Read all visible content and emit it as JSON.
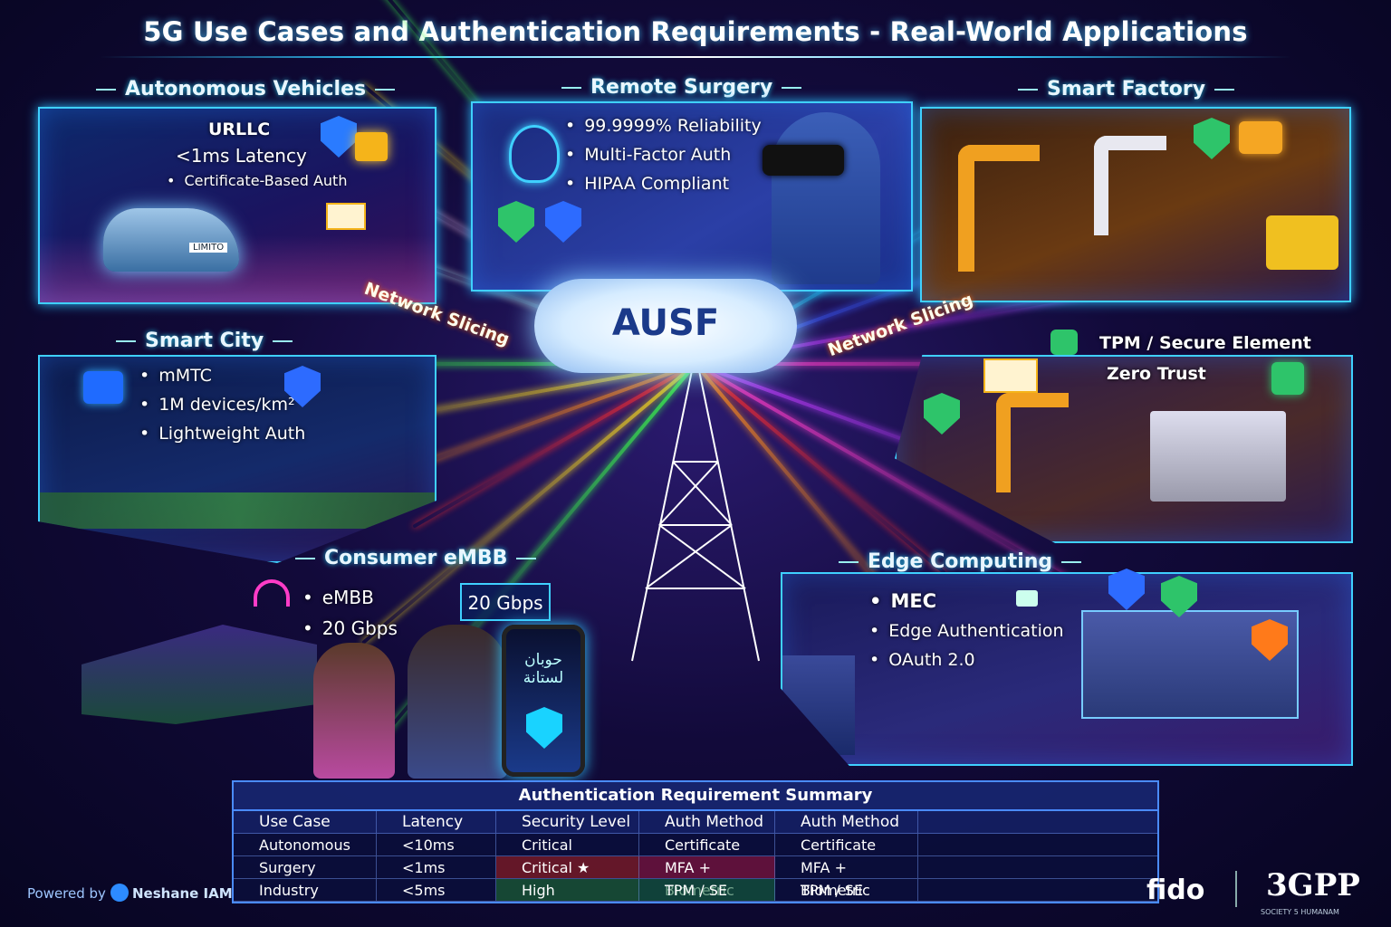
{
  "title": "5G Use Cases and Authentication Requirements - Real-World Applications",
  "center": {
    "label": "AUSF",
    "slice_left": "Network Slicing",
    "slice_right": "Network Slicing"
  },
  "panels": {
    "autonomous": {
      "heading": "Autonomous Vehicles",
      "urllc": "URLLC",
      "latency": "<1ms Latency",
      "auth": "Certificate-Based Auth",
      "plate": "LIMITO"
    },
    "surgery": {
      "heading": "Remote Surgery",
      "items": [
        "99.9999% Reliability",
        "Multi-Factor Auth",
        "HIPAA Compliant"
      ]
    },
    "factory": {
      "heading": "Smart Factory"
    },
    "city": {
      "heading": "Smart City",
      "items": [
        "mMTC",
        "1M devices/km²",
        "Lightweight Auth"
      ]
    },
    "tpm": {
      "label": "TPM / Secure Element",
      "zero": "Zero Trust"
    },
    "consumer": {
      "heading": "Consumer eMBB",
      "items": [
        "eMBB",
        "20 Gbps"
      ],
      "speed_box": "20 Gbps",
      "phone_text": "حوبان لستانة"
    },
    "edge": {
      "heading": "Edge Computing",
      "items": [
        "MEC",
        "Edge Authentication",
        "OAuth 2.0"
      ]
    }
  },
  "table": {
    "caption": "Authentication Requirement Summary",
    "headers": [
      "Use Case",
      "Latency",
      "Security Level",
      "Auth Method",
      "Auth Method"
    ],
    "rows": [
      [
        "Autonomous",
        "<10ms",
        "Critical",
        "Certificate",
        "Certificate"
      ],
      [
        "Surgery",
        "<1ms",
        "Critical ★",
        "MFA + Biometric",
        "MFA + Biometric"
      ],
      [
        "Industry",
        "<5ms",
        "High",
        "TPM / SE",
        "TPM / SE"
      ]
    ]
  },
  "footer": {
    "powered": "Powered by",
    "brand": "Neshane IAM",
    "fido": "fido",
    "gpp": "3GPP",
    "gpp_sub": "SOCIETY 5 HUMANAM"
  },
  "colors": {
    "accent": "#3fd0ff",
    "rays": [
      "#ff2d2d",
      "#ff8c1a",
      "#ffe11a",
      "#3cff4a",
      "#19d3ff",
      "#3a5bff",
      "#c13cff",
      "#ff3cc7"
    ]
  }
}
